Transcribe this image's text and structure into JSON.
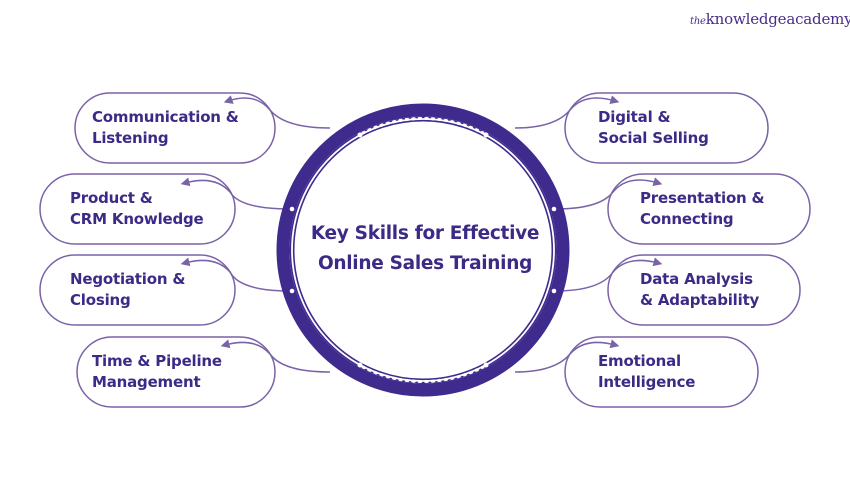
{
  "brand": {
    "logo_prefix": "the",
    "logo_main": "knowledgeacademy",
    "color": "#4a2c8a"
  },
  "diagram": {
    "title_line1": "Key Skills for Effective",
    "title_line2": "Online Sales Training",
    "colors": {
      "ring": "#3f2b8e",
      "pill_stroke": "#7a62a8",
      "text": "#3d2a86"
    },
    "left_skills": [
      {
        "line1": "Communication &",
        "line2": "Listening"
      },
      {
        "line1": "Product &",
        "line2": "CRM Knowledge"
      },
      {
        "line1": "Negotiation &",
        "line2": "Closing"
      },
      {
        "line1": "Time & Pipeline",
        "line2": "Management"
      }
    ],
    "right_skills": [
      {
        "line1": "Digital &",
        "line2": "Social Selling"
      },
      {
        "line1": "Presentation &",
        "line2": "Connecting"
      },
      {
        "line1": "Data Analysis",
        "line2": "& Adaptability"
      },
      {
        "line1": "Emotional",
        "line2": "Intelligence"
      }
    ]
  }
}
